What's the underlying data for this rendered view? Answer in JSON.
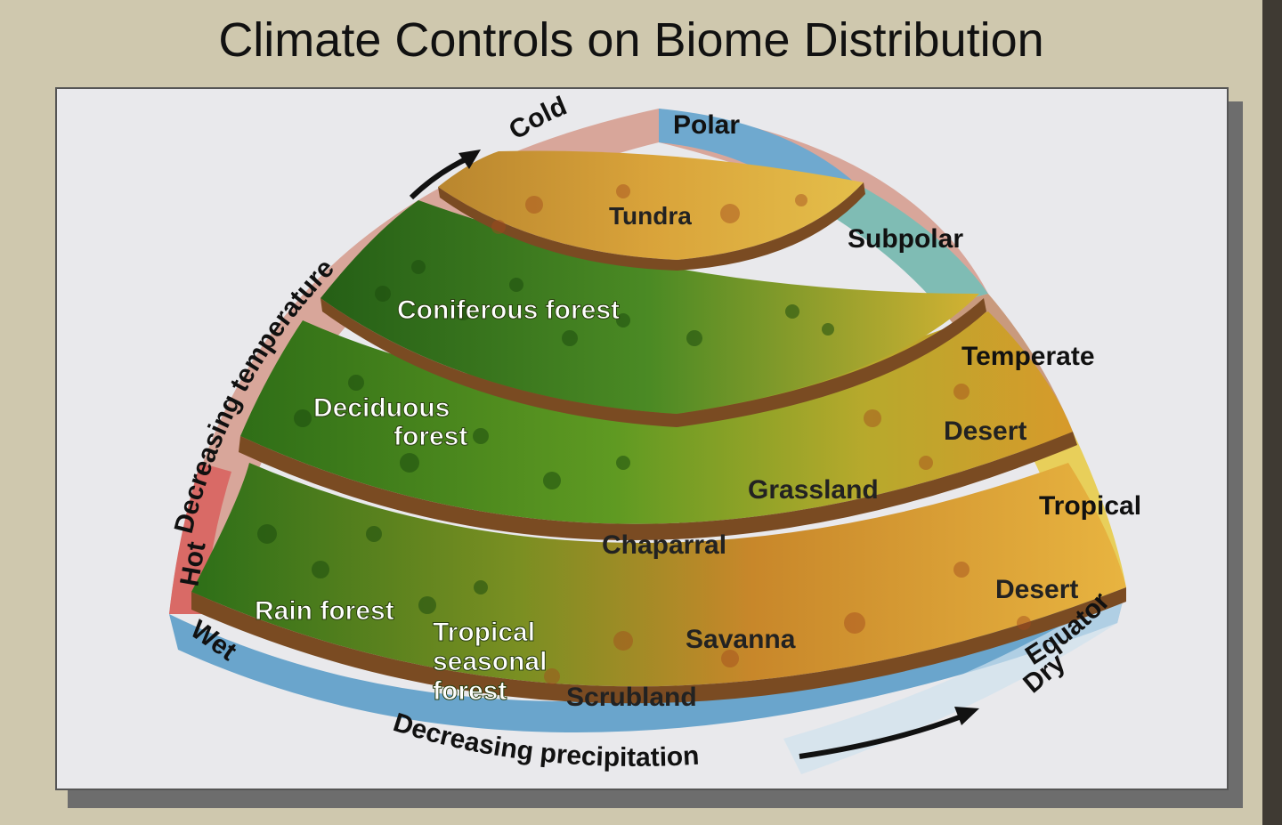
{
  "title": "Climate Controls on Biome Distribution",
  "axes": {
    "temperature": {
      "hot": "Hot",
      "cold": "Cold",
      "label": "Decreasing temperature"
    },
    "precipitation": {
      "wet": "Wet",
      "dry": "Dry",
      "label": "Decreasing precipitation"
    }
  },
  "zones": {
    "polar": "Polar",
    "subpolar": "Subpolar",
    "temperate": "Temperate",
    "tropical": "Tropical",
    "equator": "Equator"
  },
  "biomes": {
    "tundra": "Tundra",
    "coniferous_forest": "Coniferous forest",
    "deciduous_forest_line1": "Deciduous",
    "deciduous_forest_line2": "forest",
    "grassland": "Grassland",
    "temperate_desert": "Desert",
    "chaparral": "Chaparral",
    "rain_forest": "Rain forest",
    "tropical_seasonal_line1": "Tropical",
    "tropical_seasonal_line2": "seasonal",
    "tropical_seasonal_line3": "forest",
    "savanna": "Savanna",
    "scrubland": "Scrubland",
    "tropical_desert": "Desert"
  },
  "colors": {
    "background": "#cfc8ae",
    "frame": "#e9e9ec",
    "polar_band": "#6fa9cf",
    "subpolar_band": "#7fbcb4",
    "temperate_band": "#c99a7d",
    "tropical_band": "#e8cf5a",
    "hot_band": "#d96a66",
    "precipitation_band": "#6aa5cc",
    "forest_green": "#3f7d1f",
    "desert_orange": "#d8902a",
    "soil_brown": "#7a4b22"
  }
}
